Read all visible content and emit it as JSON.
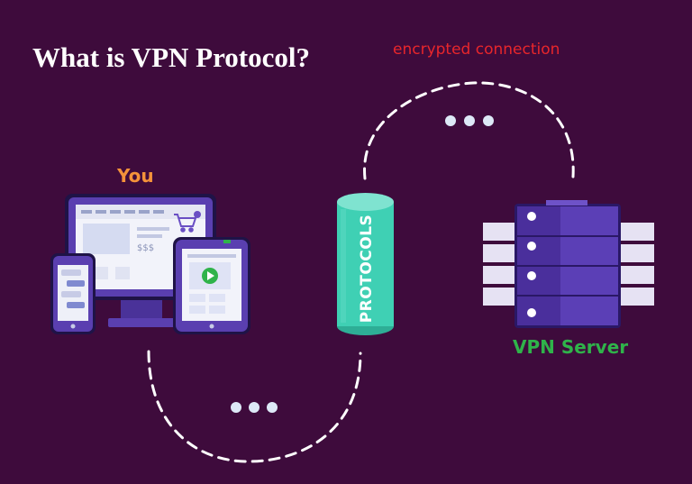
{
  "title": "What is VPN Protocol?",
  "labels": {
    "connection": "encrypted connection",
    "you": "You",
    "protocols": "PROTOCOLS",
    "server": "VPN Server",
    "price": "$$$"
  },
  "colors": {
    "background": "#3e0b3c",
    "title": "#ffffff",
    "connection": "#e8262b",
    "you": "#f4923a",
    "server": "#2fb34a",
    "protocol_cylinder": "#3fd0b4",
    "device_frame": "#5a3fb0",
    "server_body": "#4a2f9c",
    "server_rack": "#e6e2f3",
    "dashed_path": "#ffffff"
  },
  "icons": {
    "cart": "shopping-cart-icon",
    "play": "play-icon"
  }
}
